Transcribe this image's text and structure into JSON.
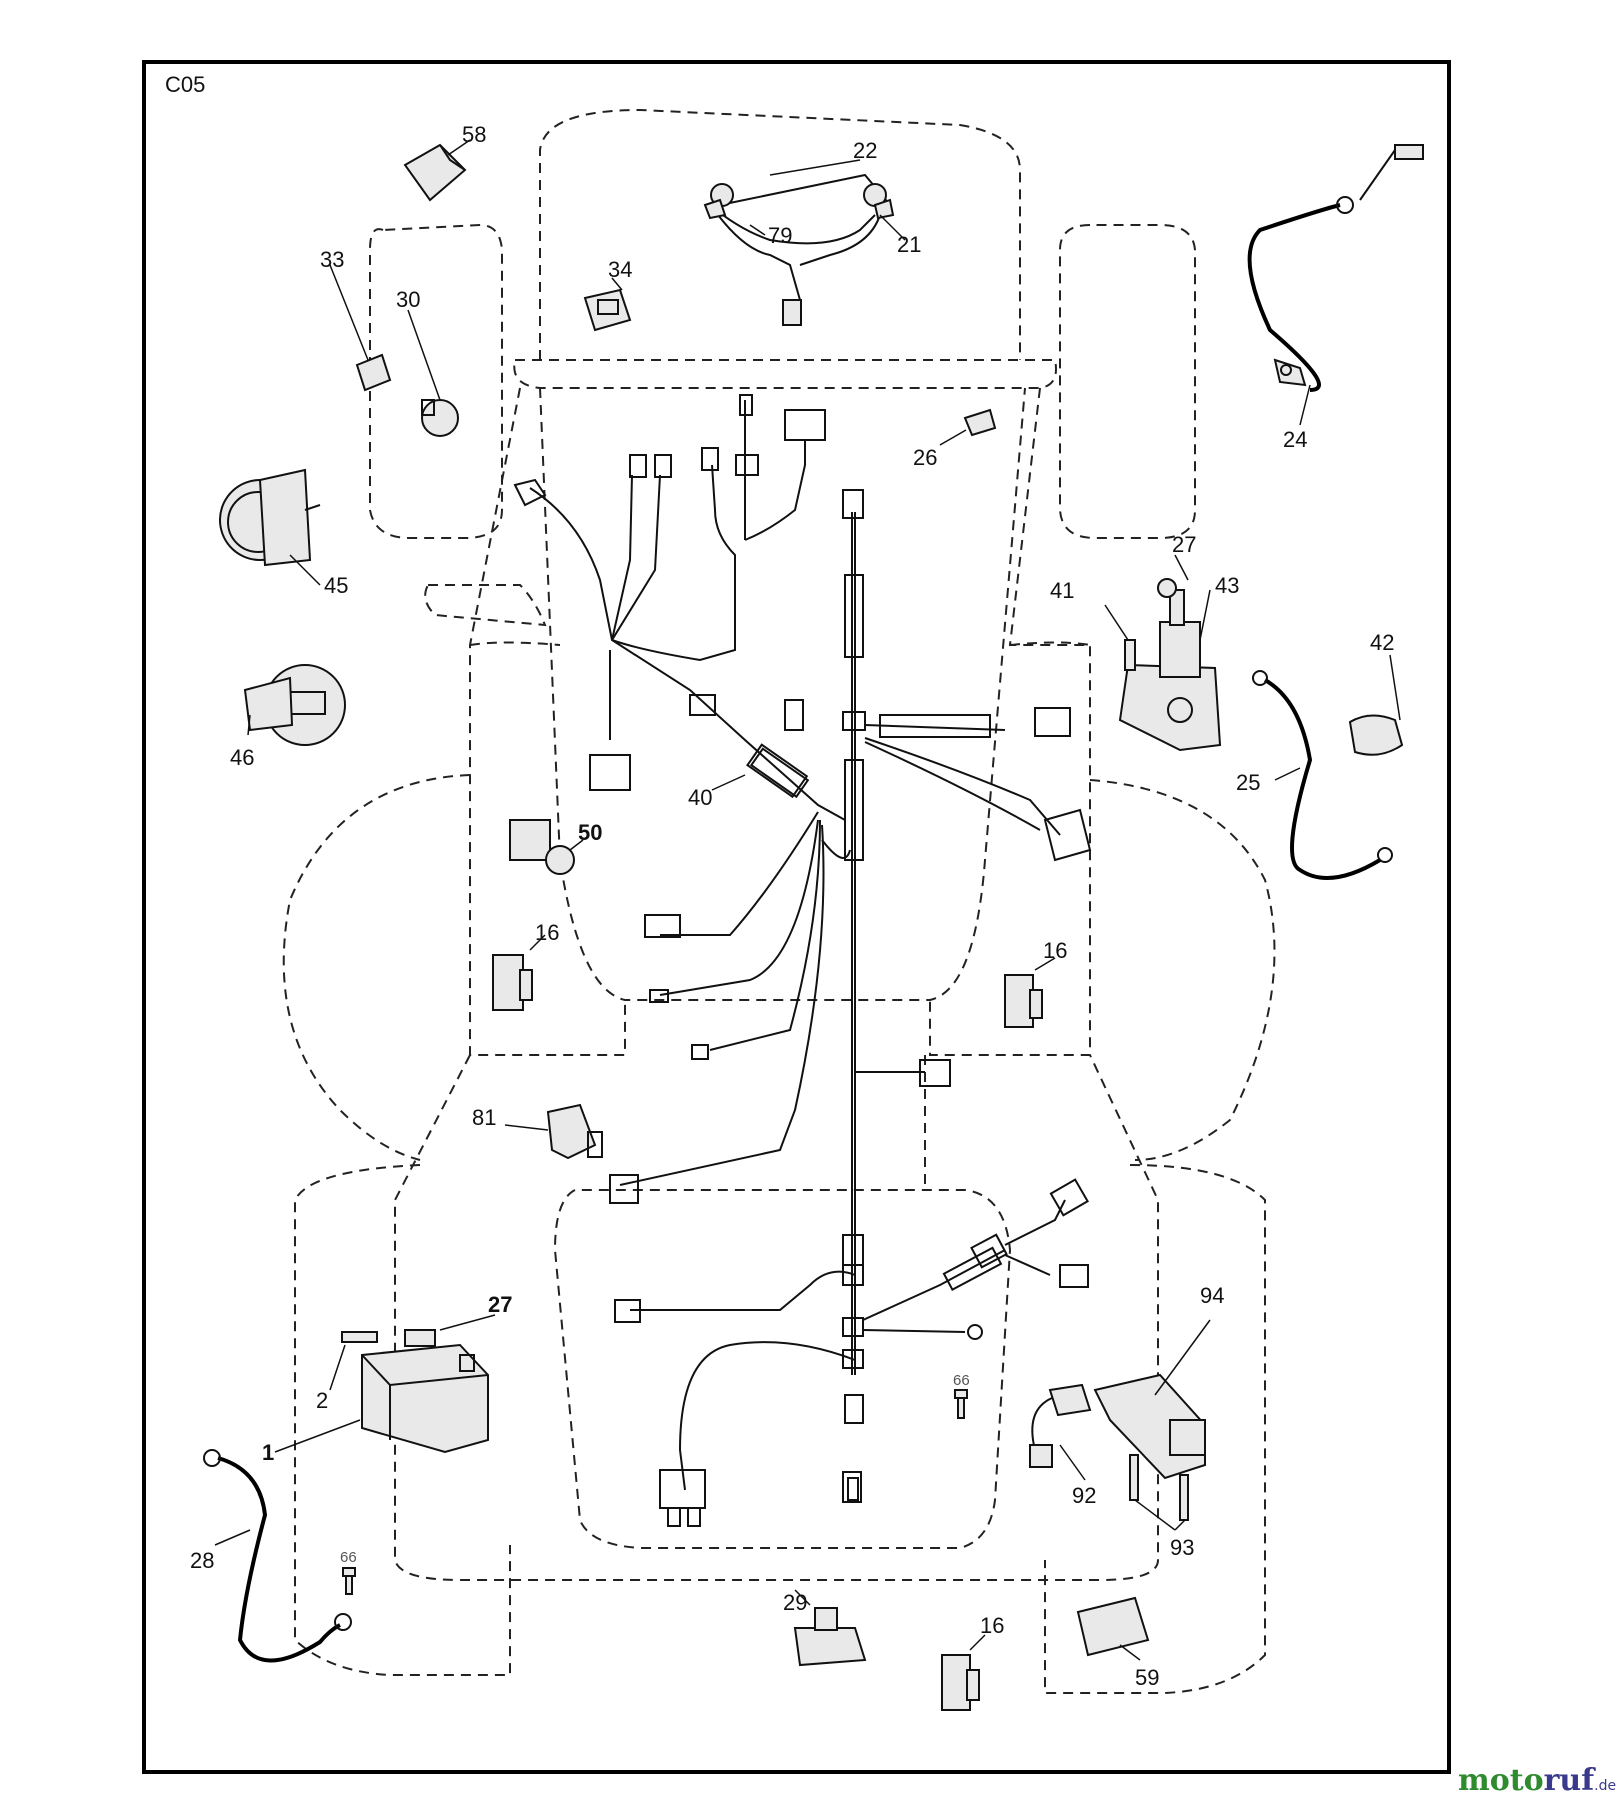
{
  "diagram": {
    "code": "C05",
    "watermark": {
      "part1": "moto",
      "part2": "ruf",
      "suffix": ".de"
    },
    "labels": {
      "p1": "1",
      "p2": "2",
      "p16a": "16",
      "p16b": "16",
      "p16c": "16",
      "p21": "21",
      "p22": "22",
      "p24": "24",
      "p25": "25",
      "p26": "26",
      "p27a": "27",
      "p27b": "27",
      "p28": "28",
      "p29": "29",
      "p30": "30",
      "p33": "33",
      "p34": "34",
      "p40": "40",
      "p41": "41",
      "p42": "42",
      "p43": "43",
      "p45": "45",
      "p46": "46",
      "p50": "50",
      "p58": "58",
      "p59": "59",
      "p66a": "66",
      "p66b": "66",
      "p79": "79",
      "p81": "81",
      "p92": "92",
      "p93": "93",
      "p94": "94"
    }
  }
}
